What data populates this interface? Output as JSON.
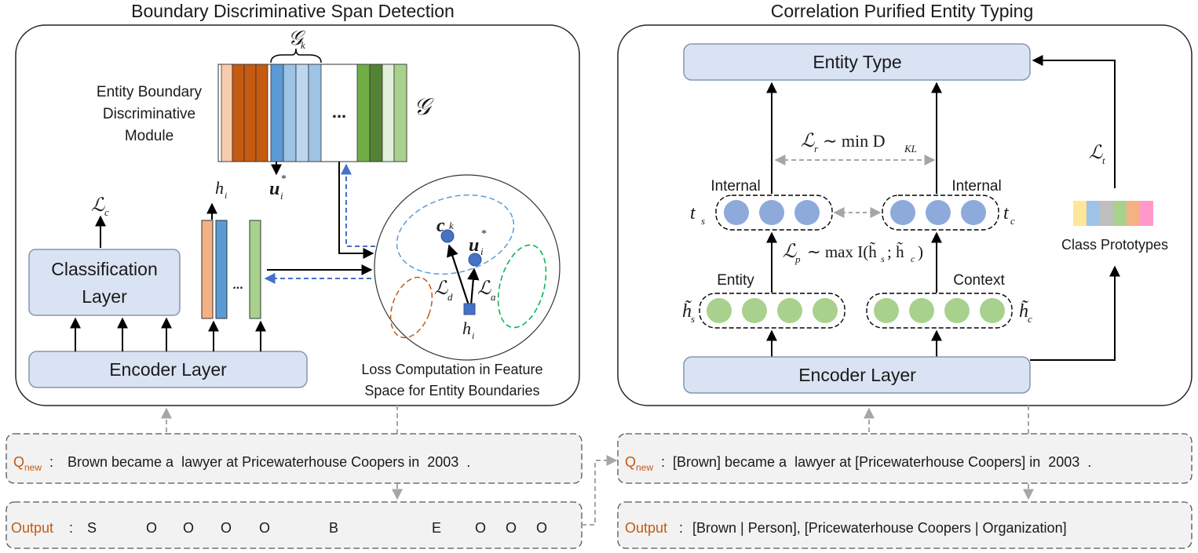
{
  "left_panel": {
    "title": "Boundary Discriminative Span Detection",
    "module_label": [
      "Entity Boundary",
      "Discriminative",
      "Module"
    ],
    "gk_label": "𝒢",
    "gk_sub": "k",
    "g_label": "𝒢",
    "ellipsis": "...",
    "u_label": "u",
    "u_sup": "*",
    "u_sub": "i",
    "h_label": "h",
    "h_sub": "i",
    "lc_label": "ℒ",
    "lc_sub": "c",
    "classification": [
      "Classification",
      "Layer"
    ],
    "encoder": "Encoder Layer",
    "hidden_ellipsis": "...",
    "feature_space": {
      "c_label": "c",
      "c_sub": "k",
      "u_label": "u",
      "u_sup": "*",
      "u_sub": "i",
      "ld_label": "ℒ",
      "ld_sub": "d",
      "la_label": "ℒ",
      "la_sub": "a",
      "h_label": "h",
      "h_sub": "i"
    },
    "loss_caption": [
      "Loss Computation in Feature",
      "Space for Entity Boundaries"
    ],
    "qnew_prefix": "Q",
    "qnew_sub": "new",
    "qnew_sep": ":",
    "qnew_text": "Brown became a  lawyer at Pricewaterhouse Coopers in  2003  .",
    "output_prefix": "Output",
    "output_sep": ":",
    "output_tags": [
      "S",
      "O",
      "O",
      "O",
      "O",
      "B",
      "E",
      "O",
      "O",
      "O"
    ]
  },
  "right_panel": {
    "title": "Correlation Purified Entity Typing",
    "entity_type": "Entity Type",
    "lr_label": "ℒ",
    "lr_sub": "r",
    "lr_rest": "∼ min D",
    "lr_rest_sub": "KL",
    "internal_left": "Internal",
    "internal_right": "Internal",
    "ts_label": "t",
    "ts_sub": "s",
    "tc_label": "t",
    "tc_sub": "c",
    "lp_label": "ℒ",
    "lp_sub": "p",
    "lp_rest": "∼ max I(h̃",
    "lp_s": "s",
    "lp_mid": "; h̃",
    "lp_c": "c",
    "lp_end": ")",
    "entity_label": "Entity",
    "context_label": "Context",
    "hs_label": "h̃",
    "hs_sub": "s",
    "hc_label": "h̃",
    "hc_sub": "c",
    "encoder": "Encoder Layer",
    "lt_label": "ℒ",
    "lt_sub": "t",
    "class_prototypes": "Class Prototypes",
    "qnew_prefix": "Q",
    "qnew_sub": "new",
    "qnew_sep": ":",
    "qnew_text": "[Brown] became a  lawyer at [Pricewaterhouse Coopers] in  2003  .",
    "output_prefix": "Output",
    "output_sep": ":",
    "output_text": "[Brown | Person], [Pricewaterhouse Coopers | Organization]"
  },
  "colors": {
    "box_fill": "#dae3f3",
    "box_stroke": "#8497b0",
    "io_fill": "#f2f2f2",
    "accent_orange": "#c55a11",
    "blue_arrow": "#4472c4",
    "circle_blue": "#8eaadb",
    "circle_green": "#a9d18e",
    "proto_colors": [
      "#ffe699",
      "#9dc3e6",
      "#bfbfbf",
      "#a9d18e",
      "#f4b183",
      "#ff99cc"
    ]
  }
}
